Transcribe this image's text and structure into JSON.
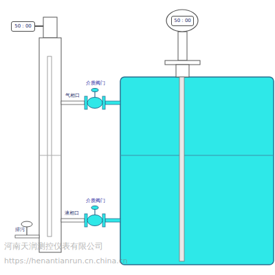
{
  "diagram": {
    "nodes": [
      {
        "text": [
          "50 : 00"
        ]
      },
      {
        "text": [
          "50 : 00"
        ]
      }
    ],
    "labels": [
      "介质阀门",
      "气相口",
      "介质阀门",
      "液相口",
      "排污",
      "河南天润测控仪表有限公司",
      "https://henantianrun.cn.china.cn"
    ]
  }
}
